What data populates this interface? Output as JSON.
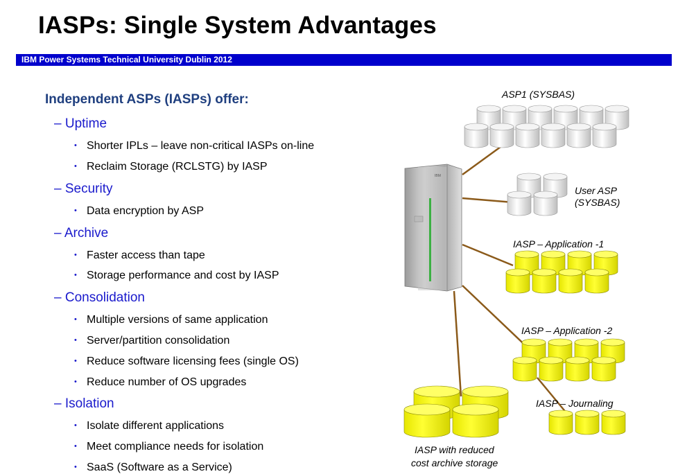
{
  "title": "IASPs:  Single System Advantages",
  "banner": "IBM Power Systems Technical  University Dublin 2012",
  "intro": "Independent ASPs (IASPs) offer:",
  "sections": [
    {
      "heading": "Uptime",
      "bullets": [
        "Shorter IPLs – leave non-critical IASPs on-line",
        "Reclaim Storage (RCLSTG) by IASP"
      ]
    },
    {
      "heading": "Security",
      "bullets": [
        "Data encryption by ASP"
      ]
    },
    {
      "heading": "Archive",
      "bullets": [
        "Faster access than tape",
        "Storage performance and cost by IASP"
      ]
    },
    {
      "heading": "Consolidation",
      "bullets": [
        "Multiple versions of same application",
        "Server/partition consolidation",
        "Reduce software licensing fees (single OS)",
        "Reduce number of OS upgrades"
      ]
    },
    {
      "heading": "Isolation",
      "bullets": [
        "Isolate different applications",
        "Meet compliance needs for isolation",
        "SaaS (Software as a Service)"
      ]
    }
  ],
  "diagram": {
    "asp1_label": "ASP1 (SYSBAS)",
    "user_asp_label_1": "User ASP",
    "user_asp_label_2": "(SYSBAS)",
    "iasp_app1_label": "IASP – Application -1",
    "iasp_app2_label": "IASP – Application -2",
    "iasp_journal_label": "IASP – Journaling",
    "archive_label_1": "IASP with reduced",
    "archive_label_2": "cost archive storage",
    "server_brand": "IBM",
    "colors": {
      "disk_gray": "#e6e6e6",
      "disk_yellow": "#ffff00",
      "connector": "#8b5a1a"
    }
  }
}
